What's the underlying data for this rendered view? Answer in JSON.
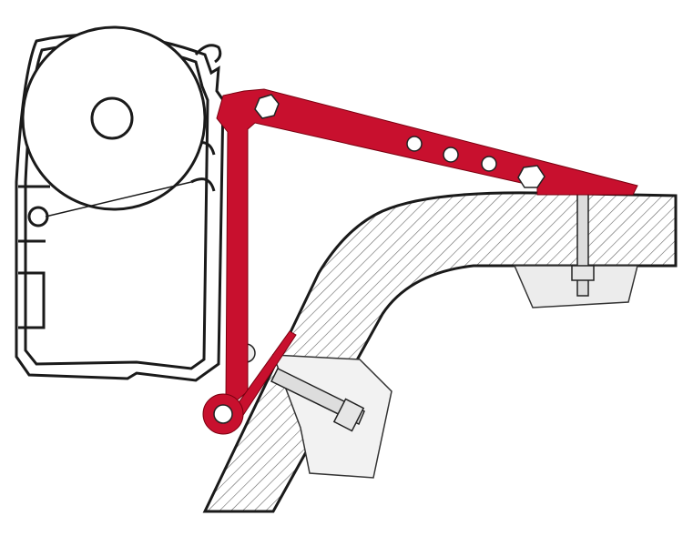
{
  "colors": {
    "bracket": "#c8102e",
    "outline": "#1a1a1a",
    "hatch": "#555555",
    "hardware_fill": "#e6e6e6",
    "background": "#ffffff"
  },
  "components": {
    "awning_housing": {
      "icon": "awning-cassette-profile"
    },
    "adapter_bracket": {
      "icon": "red-mounting-bracket",
      "holes": 5
    },
    "roof_section": {
      "icon": "hatched-roof-gutter-profile"
    },
    "top_bolt": {
      "icon": "bolt-with-nut"
    },
    "side_bolt": {
      "icon": "bolt-with-nut"
    }
  }
}
